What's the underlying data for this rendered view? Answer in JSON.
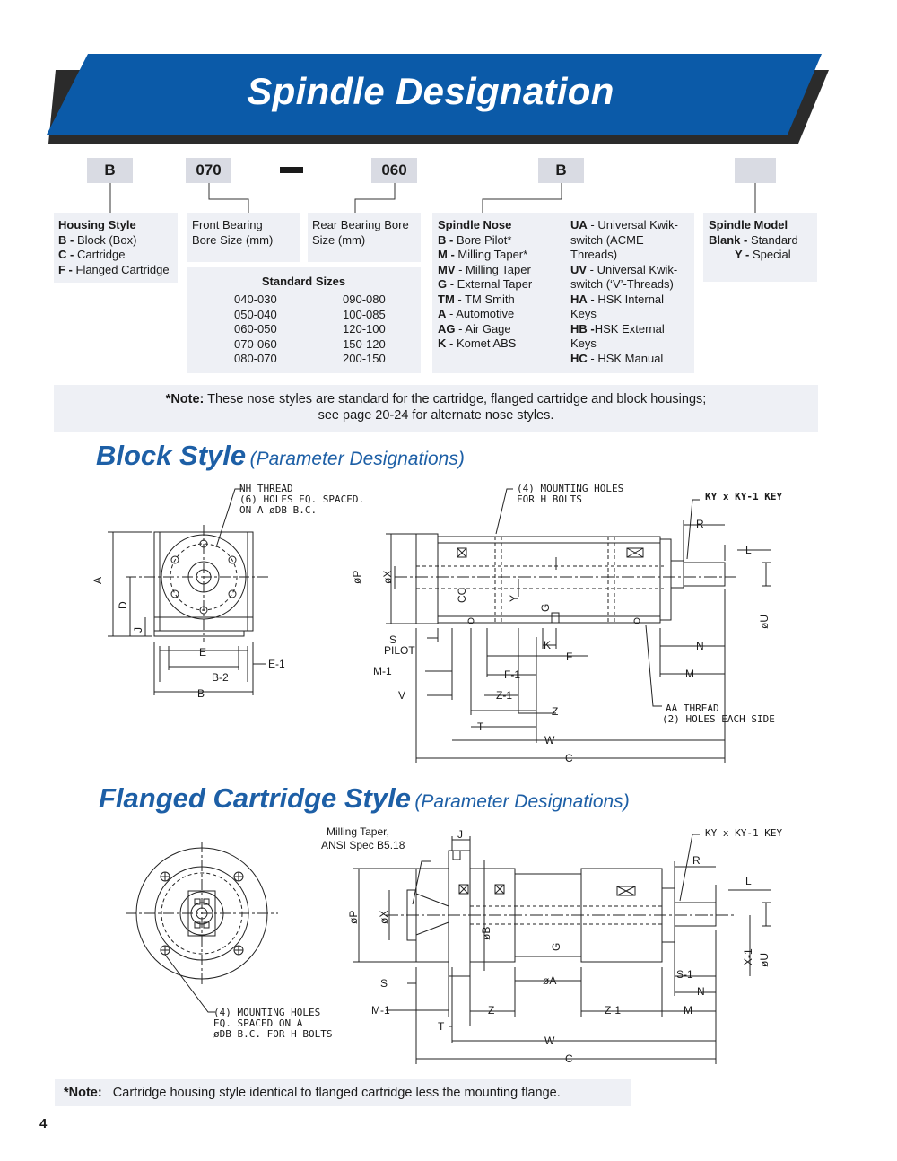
{
  "banner": {
    "title": "Spindle Designation",
    "color": "#0b5aa8",
    "shadow": "#2b2b2b"
  },
  "code": {
    "housing": "B",
    "front": "070",
    "rear": "060",
    "nose": "B",
    "model": ""
  },
  "housing_style": {
    "title": "Housing Style",
    "items": [
      {
        "code": "B -",
        "label": " Block (Box)"
      },
      {
        "code": "C -",
        "label": " Cartridge"
      },
      {
        "code": "F -",
        "label": " Flanged Cartridge"
      }
    ]
  },
  "front_bearing": {
    "line1": "Front Bearing",
    "line2": "Bore Size (mm)"
  },
  "rear_bearing": {
    "line1": "Rear Bearing Bore",
    "line2": "Size (mm)"
  },
  "standard_sizes": {
    "title": "Standard Sizes",
    "col1": [
      "040-030",
      "050-040",
      "060-050",
      "070-060",
      "080-070"
    ],
    "col2": [
      "090-080",
      "100-085",
      "120-100",
      "150-120",
      "200-150"
    ]
  },
  "spindle_nose": {
    "title": "Spindle Nose",
    "left": [
      {
        "code": "B -",
        "label": "  Bore Pilot*"
      },
      {
        "code": "M -",
        "label": "  Milling Taper*"
      },
      {
        "code": "MV",
        "label": " - Milling Taper"
      },
      {
        "code": "G",
        "label": " - External Taper"
      },
      {
        "code": "TM",
        "label": " - TM Smith"
      },
      {
        "code": "A",
        "label": " - Automotive"
      },
      {
        "code": "AG",
        "label": " - Air Gage"
      },
      {
        "code": "K",
        "label": " - Komet ABS"
      }
    ],
    "right_lines": [
      {
        "code": "UA",
        "label": " - Universal Kwik-"
      },
      {
        "code": "",
        "label": "switch (ACME"
      },
      {
        "code": "",
        "label": "Threads)"
      },
      {
        "code": "UV",
        "label": " - Universal Kwik-"
      },
      {
        "code": "",
        "label": "switch (‘V’-Threads)"
      },
      {
        "code": "HA",
        "label": " - HSK Internal"
      },
      {
        "code": "",
        "label": "Keys"
      },
      {
        "code": "HB -",
        "label": "HSK External"
      },
      {
        "code": "",
        "label": "Keys"
      },
      {
        "code": "HC",
        "label": " - HSK Manual"
      }
    ]
  },
  "spindle_model": {
    "title": "Spindle Model",
    "items": [
      {
        "code": "Blank -",
        "label": " Standard"
      },
      {
        "code": "Y -",
        "label": " Special"
      }
    ]
  },
  "note1": {
    "label": "*Note:",
    "line1": " These nose styles are standard for the cartridge, flanged cartridge and block housings;",
    "line2": "see page 20-24 for alternate nose styles."
  },
  "block_style": {
    "title": "Block Style",
    "subtitle": "(Parameter Designations)"
  },
  "block_labels": {
    "nh_thread": "NH THREAD",
    "nh_holes": "(6) HOLES EQ. SPACED.",
    "nh_bc": "ON A øDB B.C.",
    "mount1": "(4) MOUNTING HOLES",
    "mount2": "FOR H BOLTS",
    "key": "KY x KY-1 KEY",
    "aa1": "AA THREAD",
    "aa2": "(2) HOLES EACH SIDE",
    "pilot": "PILOT",
    "A": "A",
    "D": "D",
    "J": "J",
    "E": "E",
    "E1": "E-1",
    "B2": "B-2",
    "B": "B",
    "P": "øP",
    "X": "øX",
    "CC": "CC",
    "Y": "Y",
    "G": "G",
    "S": "S",
    "M1": "M-1",
    "V": "V",
    "K": "K",
    "F": "F",
    "F1": "F-1",
    "Z1": "Z-1",
    "Z": "Z",
    "T": "T",
    "W": "W",
    "C": "C",
    "R": "R",
    "L": "L",
    "U": "øU",
    "N": "N",
    "M": "M"
  },
  "flanged_style": {
    "title": "Flanged Cartridge Style",
    "subtitle": "(Parameter Designations)"
  },
  "flanged_labels": {
    "milling1": "Milling Taper,",
    "milling2": "ANSI Spec B5.18",
    "mount1": "(4) MOUNTING HOLES",
    "mount2": "EQ. SPACED ON A",
    "mount3": "øDB B.C. FOR H BOLTS",
    "key": "KY x KY-1 KEY",
    "J": "J",
    "P": "øP",
    "X": "øX",
    "B": "øB",
    "G": "G",
    "A": "øA",
    "S": "S",
    "M1": "M-1",
    "Z": "Z",
    "T": "T",
    "Z1": "Z-1",
    "M": "M",
    "W": "W",
    "C": "C",
    "R": "R",
    "L": "L",
    "X1": "X-1",
    "U": "øU",
    "S1": "S-1",
    "N": "N"
  },
  "note2": {
    "label": "*Note:",
    "text": "Cartridge housing style identical to flanged cartridge less the mounting flange."
  },
  "page_number": "4"
}
